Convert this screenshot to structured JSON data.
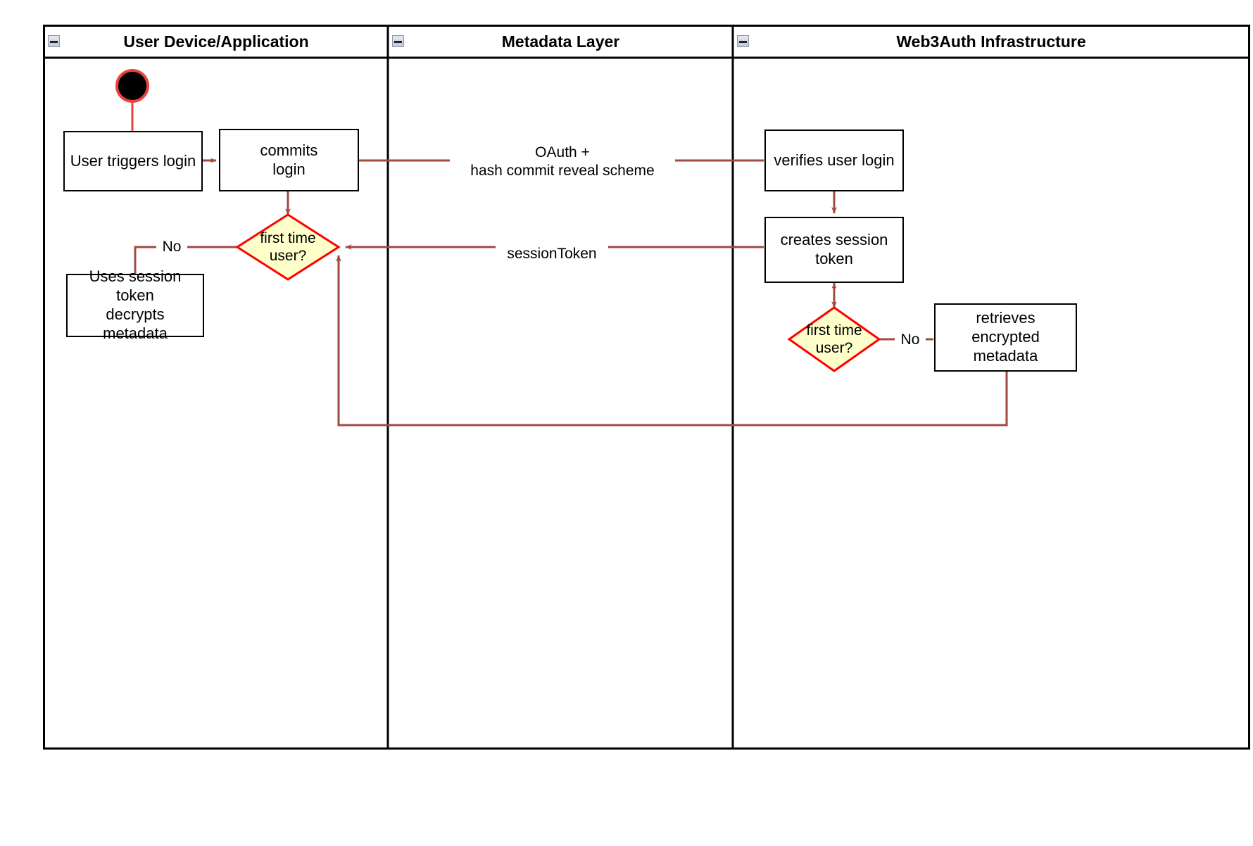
{
  "diagram": {
    "type": "swimlane-activity-diagram",
    "lanes": [
      {
        "id": "user-device",
        "title": "User Device/Application",
        "collapse_icon": "collapse-minus-icon"
      },
      {
        "id": "metadata-layer",
        "title": "Metadata Layer",
        "collapse_icon": "collapse-minus-icon"
      },
      {
        "id": "web3auth",
        "title": "Web3Auth Infrastructure",
        "collapse_icon": "collapse-minus-icon"
      }
    ],
    "nodes": [
      {
        "id": "start",
        "lane": "user-device",
        "shape": "initial-node",
        "label": ""
      },
      {
        "id": "user-triggers-login",
        "lane": "user-device",
        "shape": "activity",
        "label": "User triggers login"
      },
      {
        "id": "commits-login",
        "lane": "user-device",
        "shape": "activity",
        "label": "commits\nlogin"
      },
      {
        "id": "first-time-user-left",
        "lane": "user-device",
        "shape": "decision",
        "label": "first time\nuser?"
      },
      {
        "id": "uses-session-token",
        "lane": "user-device",
        "shape": "activity",
        "label": "Uses session\ntoken\ndecrypts metadata"
      },
      {
        "id": "verifies-user-login",
        "lane": "web3auth",
        "shape": "activity",
        "label": "verifies user login"
      },
      {
        "id": "creates-session-token",
        "lane": "web3auth",
        "shape": "activity",
        "label": "creates session\ntoken"
      },
      {
        "id": "first-time-user-right",
        "lane": "web3auth",
        "shape": "decision",
        "label": "first time\nuser?"
      },
      {
        "id": "retrieves-encrypted-metadata",
        "lane": "web3auth",
        "shape": "activity",
        "label": "retrieves encrypted\nmetadata"
      }
    ],
    "edges": [
      {
        "id": "e-start-to-trigger",
        "from": "start",
        "to": "user-triggers-login",
        "label": ""
      },
      {
        "id": "e-trigger-to-commits",
        "from": "user-triggers-login",
        "to": "commits-login",
        "label": ""
      },
      {
        "id": "e-commits-to-verifies",
        "from": "commits-login",
        "to": "verifies-user-login",
        "label": "OAuth +\nhash commit reveal scheme"
      },
      {
        "id": "e-commits-to-decision",
        "from": "commits-login",
        "to": "first-time-user-left",
        "label": ""
      },
      {
        "id": "e-decision-to-uses",
        "from": "first-time-user-left",
        "to": "uses-session-token",
        "label": "No"
      },
      {
        "id": "e-verifies-to-creates",
        "from": "verifies-user-login",
        "to": "creates-session-token",
        "label": ""
      },
      {
        "id": "e-creates-to-left-decision",
        "from": "creates-session-token",
        "to": "first-time-user-left",
        "label": "sessionToken"
      },
      {
        "id": "e-creates-to-right-decision",
        "from": "creates-session-token",
        "to": "first-time-user-right",
        "label": "",
        "bidirectional": true
      },
      {
        "id": "e-right-decision-to-retrieves",
        "from": "first-time-user-right",
        "to": "retrieves-encrypted-metadata",
        "label": "No"
      },
      {
        "id": "e-retrieves-return",
        "from": "retrieves-encrypted-metadata",
        "to": "first-time-user-left",
        "label": ""
      }
    ],
    "labels": {
      "oauth_line1": "OAuth +",
      "oauth_line2": "hash commit reveal scheme",
      "session_token": "sessionToken",
      "no_left": "No",
      "no_right": "No"
    },
    "colors": {
      "lane_border": "#000000",
      "node_border": "#000000",
      "node_fill": "#ffffff",
      "decision_fill": "#ffffcc",
      "decision_border": "#ff0000",
      "edge": "#a04a42",
      "start_fill": "#000000",
      "start_border": "#e8433c",
      "text": "#000000",
      "collapse_icon_fill": "#c8ccd8"
    }
  }
}
